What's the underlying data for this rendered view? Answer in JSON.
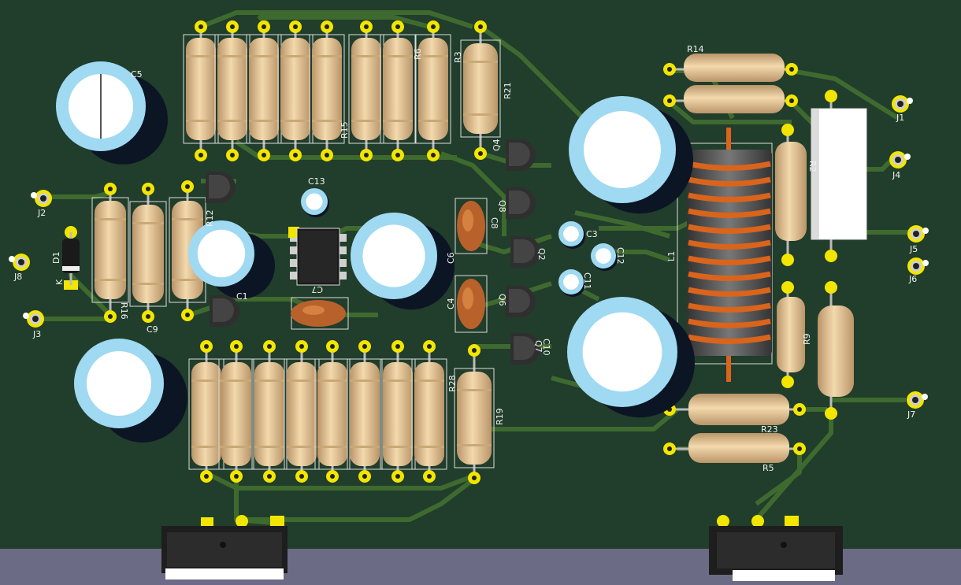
{
  "colors": {
    "board": "#213d2b",
    "trace": "#3f6a2f",
    "pad": "#f2e600",
    "resistor": "#e9c99a",
    "cap_ceramic": "#b8612a",
    "electrolytic_ring": "#9fd9f2",
    "electrolytic_body": "#0b1524",
    "coil": "#d9641c",
    "background": "#6b6b85"
  },
  "labels": {
    "c5": "C5",
    "c13": "C13",
    "c1": "C1",
    "c9": "C9",
    "c7": "C7",
    "c6": "C6",
    "c8": "C8",
    "c4": "C4",
    "c3": "C3",
    "c11": "C11",
    "c12": "C12",
    "c10": "C10",
    "q4": "Q4",
    "q8": "Q8",
    "q2": "Q2",
    "q6": "Q6",
    "q7": "Q7",
    "r3": "R3",
    "r21": "R21",
    "r15": "R15",
    "r6": "R6",
    "r12": "R12",
    "r16": "R16",
    "r28": "R28",
    "r19": "R19",
    "r14": "R14",
    "r23": "R23",
    "r5": "R5",
    "r9": "R9",
    "r2": "R2",
    "l1": "L1",
    "d1": "D1",
    "k": "K",
    "j1": "J1",
    "j2": "J2",
    "j3": "J3",
    "j4": "J4",
    "j5": "J5",
    "j6": "J6",
    "j7": "J7",
    "j8": "J8"
  }
}
